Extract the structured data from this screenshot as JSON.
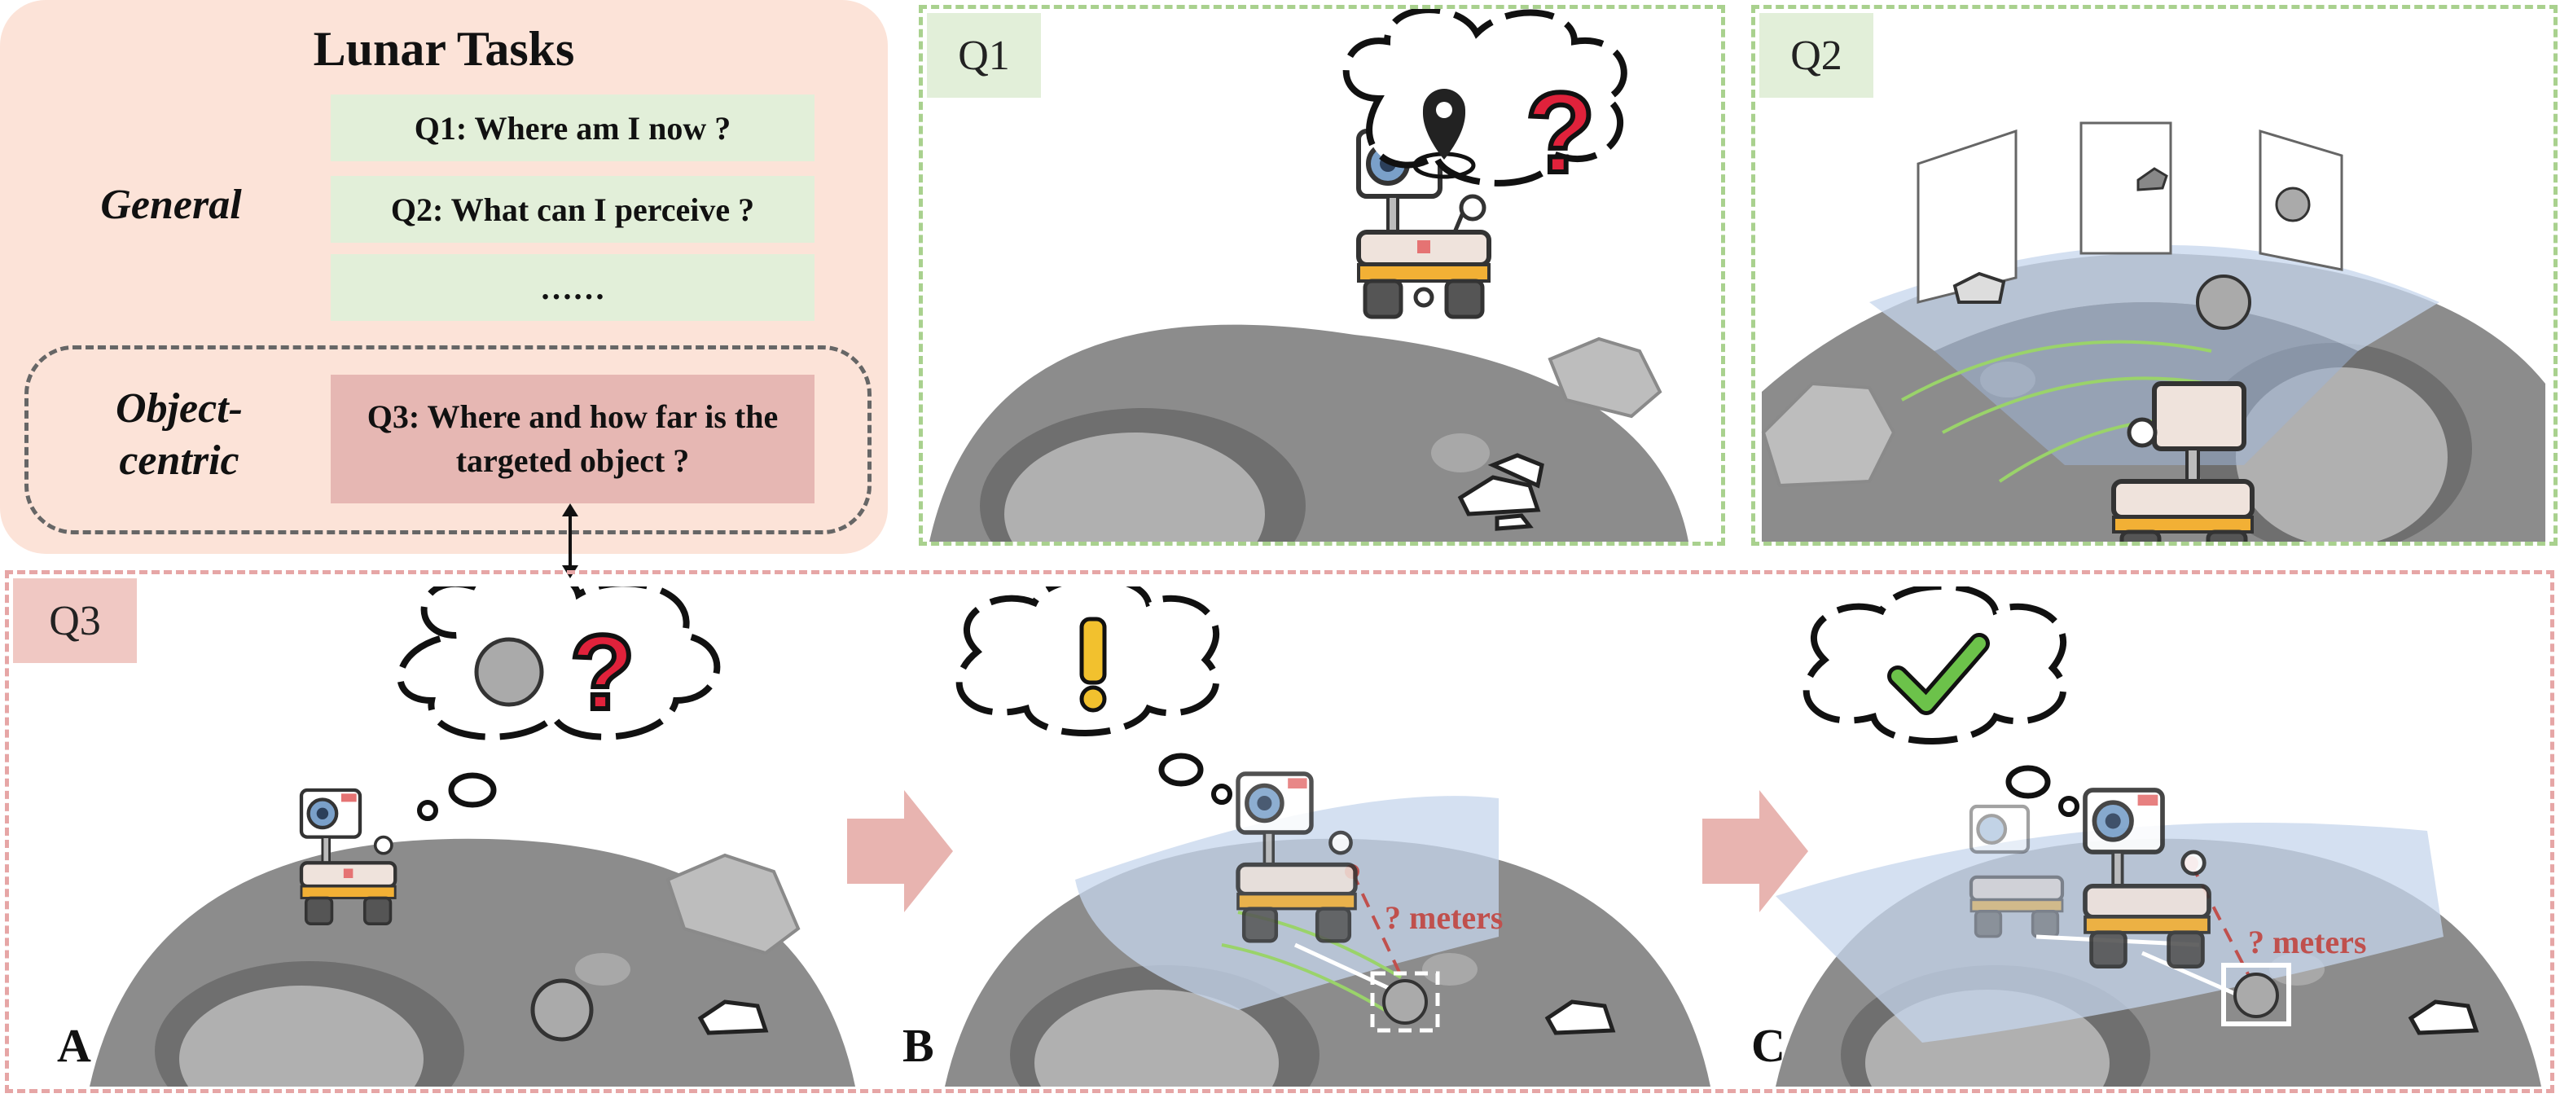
{
  "lunar_tasks": {
    "title": "Lunar Tasks",
    "general_label": "General",
    "object_centric_label": "Object-\ncentric",
    "q1": "Q1: Where am I now ?",
    "q2": "Q2: What can I perceive ?",
    "ellipsis": "……",
    "q3": "Q3: Where and how far is the targeted object ?"
  },
  "panels": {
    "q1_tag": "Q1",
    "q2_tag": "Q2",
    "q3_tag": "Q3"
  },
  "q3_steps": {
    "a_label": "A",
    "b_label": "B",
    "c_label": "C",
    "distance_b": "? meters",
    "distance_c": "? meters"
  },
  "colors": {
    "panel_bg": "#fce3d8",
    "question_green": "#e2efd9",
    "question_red": "#e6b7b3",
    "dashed_green": "#a9d18e",
    "dashed_red": "#e6a6a6",
    "alert_red": "#e0223b",
    "alert_yellow": "#f2c12e",
    "check_green": "#6cc24a"
  }
}
